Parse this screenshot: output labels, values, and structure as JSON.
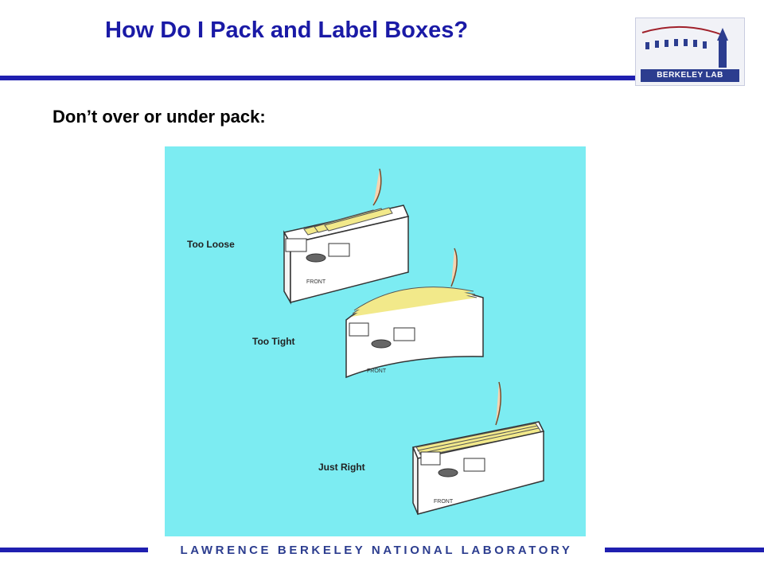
{
  "slide": {
    "title": "How Do I Pack and Label Boxes?",
    "subheading": "Don’t over or under pack:"
  },
  "logo": {
    "name": "BERKELEY LAB"
  },
  "figure": {
    "labels": {
      "too_loose": "Too Loose",
      "too_tight": "Too Tight",
      "just_right": "Just Right"
    },
    "box_front_text": "FRONT",
    "background_color": "#7cecf2"
  },
  "footer": {
    "text": "LAWRENCE BERKELEY NATIONAL LABORATORY"
  },
  "colors": {
    "title": "#1a1aa6",
    "rule": "#1f1fb0",
    "folder": "#f2e98a"
  }
}
